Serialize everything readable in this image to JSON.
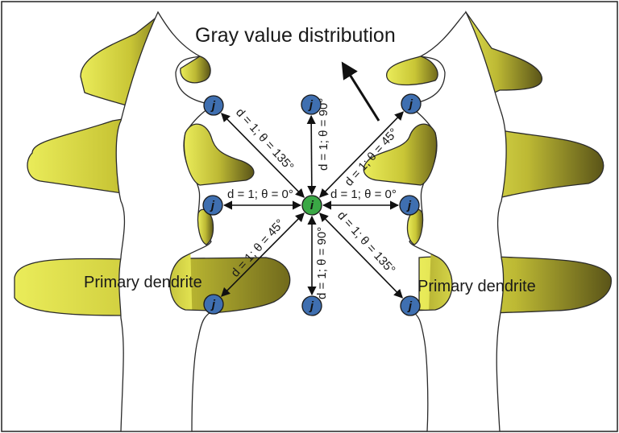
{
  "title": "Gray value distribution",
  "left_label": "Primary dendrite",
  "right_label": "Primary dendrite",
  "center_node": "i",
  "neighbor_node": "j",
  "colors": {
    "dendrite_light": "#e9ea55",
    "dendrite_dark": "#5a5418",
    "outline": "#2a2a2a",
    "neighbor_fill": "#3f6fb0",
    "center_fill": "#3aa845"
  },
  "relations": [
    {
      "id": "left-0",
      "text": "d = 1; θ = 0°"
    },
    {
      "id": "right-0",
      "text": "d = 1; θ = 0°"
    },
    {
      "id": "up-90",
      "text": "d = 1; θ = 90°"
    },
    {
      "id": "down-90",
      "text": "d = 1; θ = 90°"
    },
    {
      "id": "upleft-135",
      "text": "d = 1; θ = 135°"
    },
    {
      "id": "downright-135",
      "text": "d = 1; θ = 135°"
    },
    {
      "id": "upright-45",
      "text": "d = 1; θ = 45°"
    },
    {
      "id": "downleft-45",
      "text": "d = 1; θ = 45°"
    }
  ]
}
